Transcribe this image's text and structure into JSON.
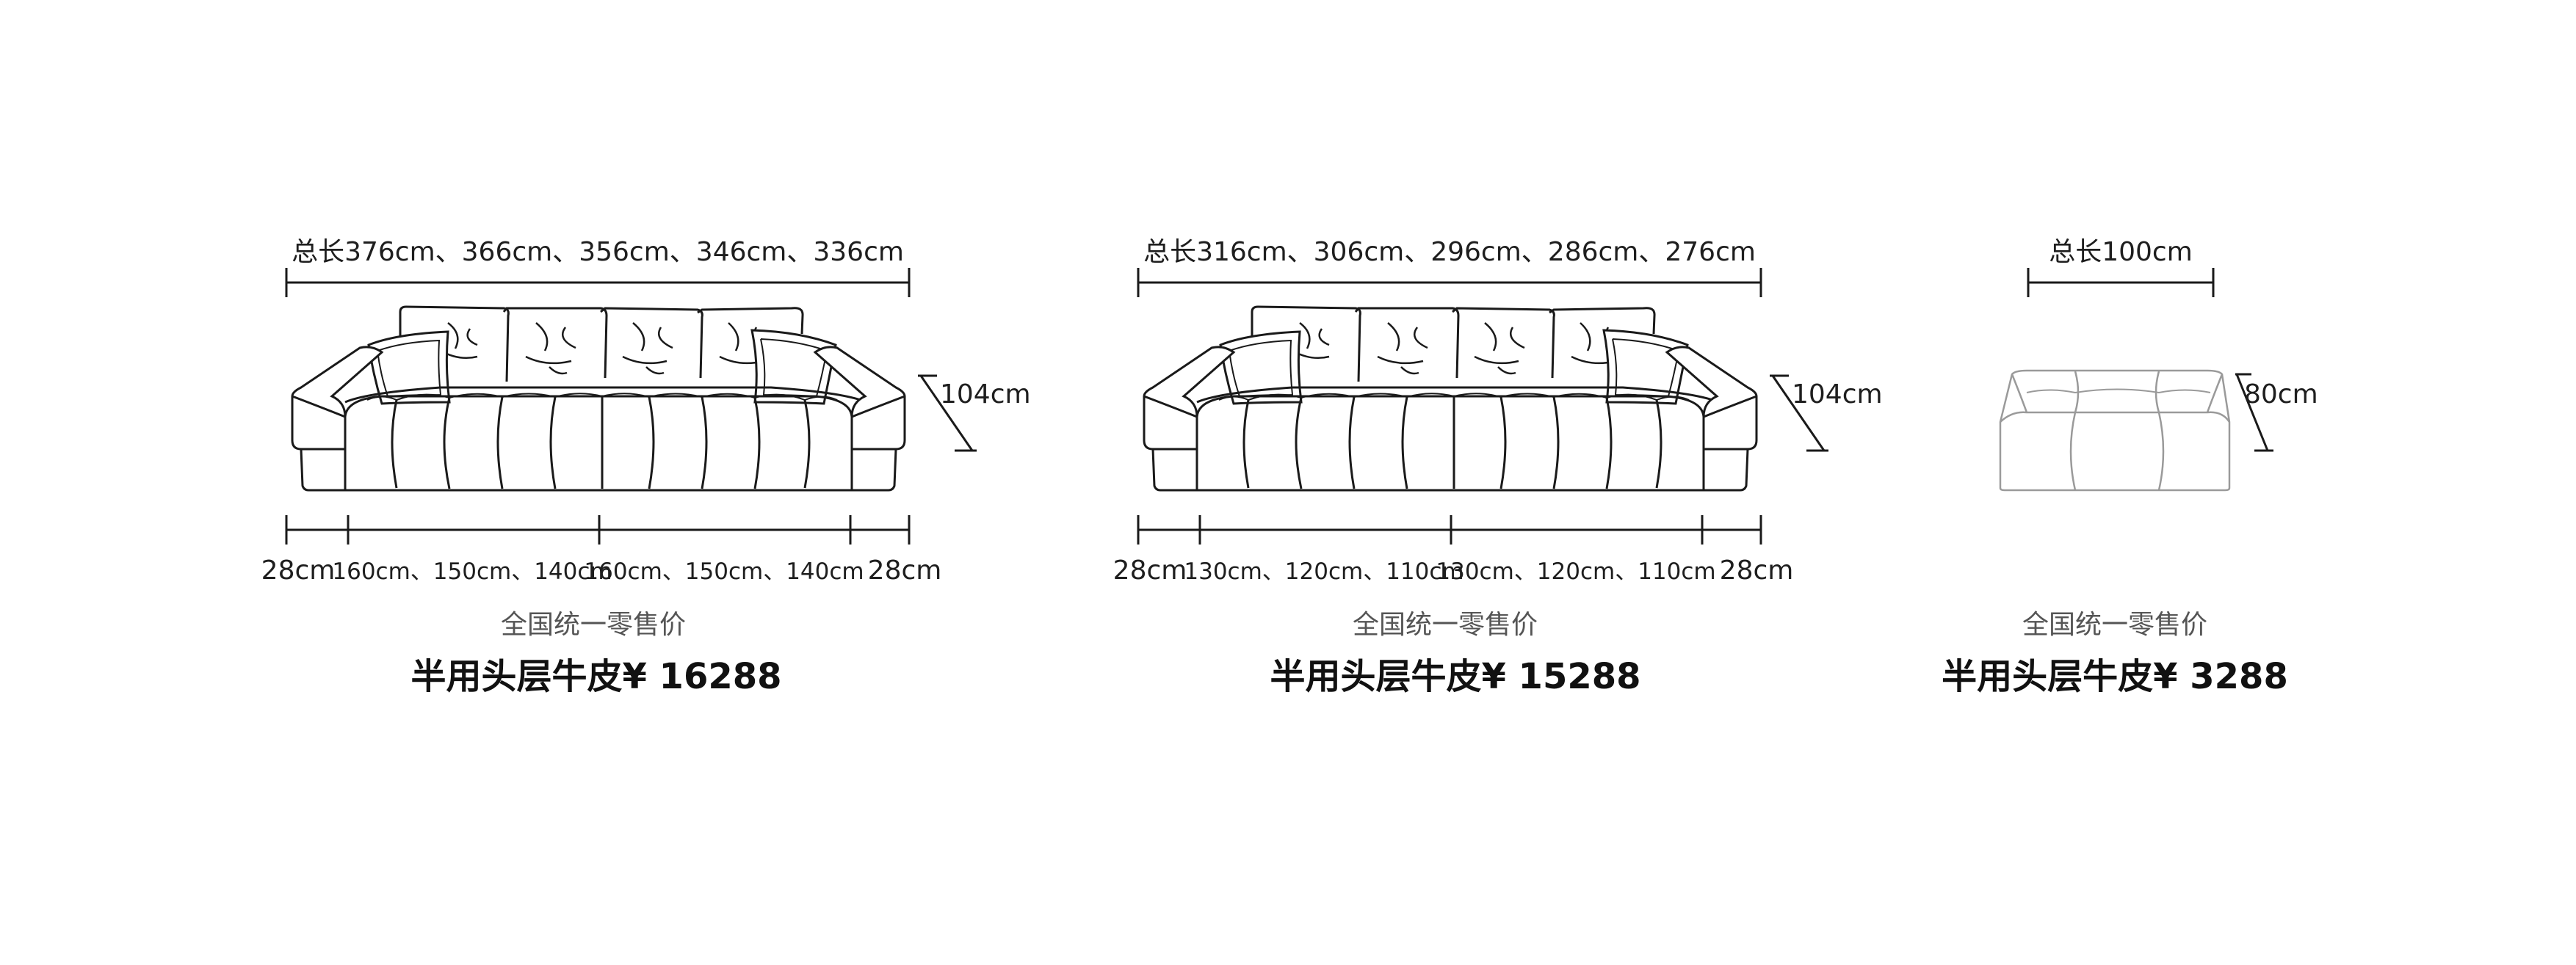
{
  "colors": {
    "line": "#1a1a1a",
    "ottoman_line": "#9a9a9a",
    "subtitle": "#555555",
    "price": "#111111"
  },
  "products": [
    {
      "total_length": "总长376cm、366cm、356cm、346cm、336cm",
      "height": "104cm",
      "arm_left": "28cm",
      "seat_left": "160cm、150cm、140cm",
      "seat_right": "160cm、150cm、140cm",
      "arm_right": "28cm",
      "subtitle": "全国统一零售价",
      "price": "半用头层牛皮¥ 16288"
    },
    {
      "total_length": "总长316cm、306cm、296cm、286cm、276cm",
      "height": "104cm",
      "arm_left": "28cm",
      "seat_left": "130cm、120cm、110cm",
      "seat_right": "130cm、120cm、110cm",
      "arm_right": "28cm",
      "subtitle": "全国统一零售价",
      "price": "半用头层牛皮¥ 15288"
    },
    {
      "total_length": "总长100cm",
      "height": "80cm",
      "subtitle": "全国统一零售价",
      "price": "半用头层牛皮¥ 3288"
    }
  ]
}
